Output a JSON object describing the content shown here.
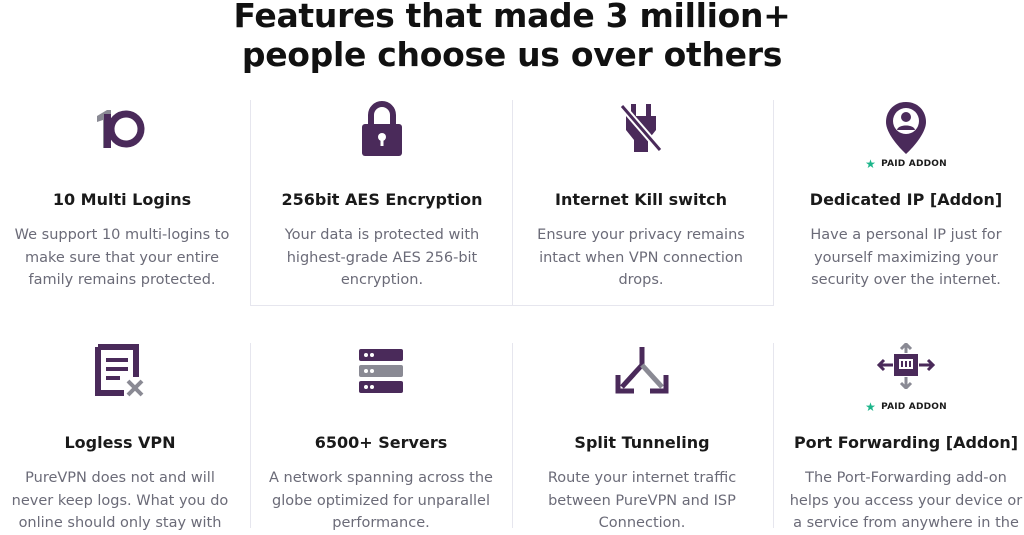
{
  "heading": {
    "line1": "Features that made 3 million+",
    "line2": "people choose us over others"
  },
  "colors": {
    "icon": "#4a2a5a",
    "star": "#1cb58a",
    "desc": "#6b6b78"
  },
  "features": [
    {
      "icon": "ten-icon",
      "title": "10 Multi Logins",
      "lines": [
        "We support 10 multi-logins to",
        "make sure that your entire",
        "family remains protected."
      ]
    },
    {
      "icon": "lock-icon",
      "title": "256bit AES Encryption",
      "lines": [
        "Your data is protected with",
        "highest-grade AES 256-bit",
        "encryption."
      ]
    },
    {
      "icon": "kill-switch-plug-icon",
      "title": "Internet Kill switch",
      "lines": [
        "Ensure your privacy remains",
        "intact when VPN connection",
        "drops."
      ]
    },
    {
      "icon": "location-pin-user-icon",
      "title": "Dedicated IP [Addon]",
      "badge": "PAID ADDON",
      "lines": [
        "Have a personal IP just for",
        "yourself maximizing your",
        "security over the internet."
      ]
    },
    {
      "icon": "no-log-document-icon",
      "title": "Logless VPN",
      "lines": [
        "PureVPN does not and will",
        "never keep logs. What you do",
        "online should only stay with"
      ]
    },
    {
      "icon": "server-stack-icon",
      "title": "6500+ Servers",
      "lines": [
        "A network spanning across the",
        "globe optimized for unparallel",
        "performance."
      ]
    },
    {
      "icon": "split-arrows-icon",
      "title": "Split Tunneling",
      "lines": [
        "Route your internet traffic",
        "between PureVPN and ISP",
        "Connection."
      ]
    },
    {
      "icon": "port-forwarding-icon",
      "title": "Port Forwarding [Addon]",
      "badge": "PAID ADDON",
      "lines": [
        "The Port-Forwarding add-on",
        "helps you access your device or",
        "a service from anywhere in the"
      ]
    }
  ]
}
